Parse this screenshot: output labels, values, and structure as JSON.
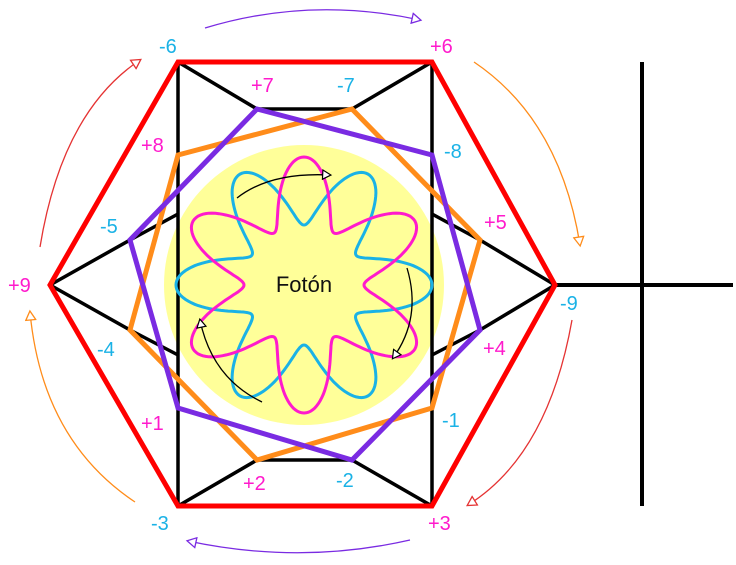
{
  "diagram": {
    "center_label": "Fotón",
    "colors": {
      "outer_hexagon": "#ff0000",
      "orange_polygon": "#ff8c1a",
      "violet_polygon": "#7a2be2",
      "black_lines": "#000000",
      "inner_disc": "#ffff99",
      "blue_curve": "#1ab2e6",
      "magenta_curve": "#ff1acc",
      "positive_labels": "#ff1acc",
      "negative_labels": "#1ab2e6",
      "arrow_red": "#e53333",
      "arrow_orange": "#ff8c1a",
      "arrow_violet": "#7a2be2"
    },
    "labels": {
      "n6": "-6",
      "p6": "+6",
      "p7": "+7",
      "n7": "-7",
      "p8": "+8",
      "n8": "-8",
      "n5": "-5",
      "p5": "+5",
      "p9": "+9",
      "n9": "-9",
      "n4": "-4",
      "p4": "+4",
      "p1": "+1",
      "n1": "-1",
      "p2": "+2",
      "n2": "-2",
      "n3": "-3",
      "p3": "+3"
    }
  }
}
